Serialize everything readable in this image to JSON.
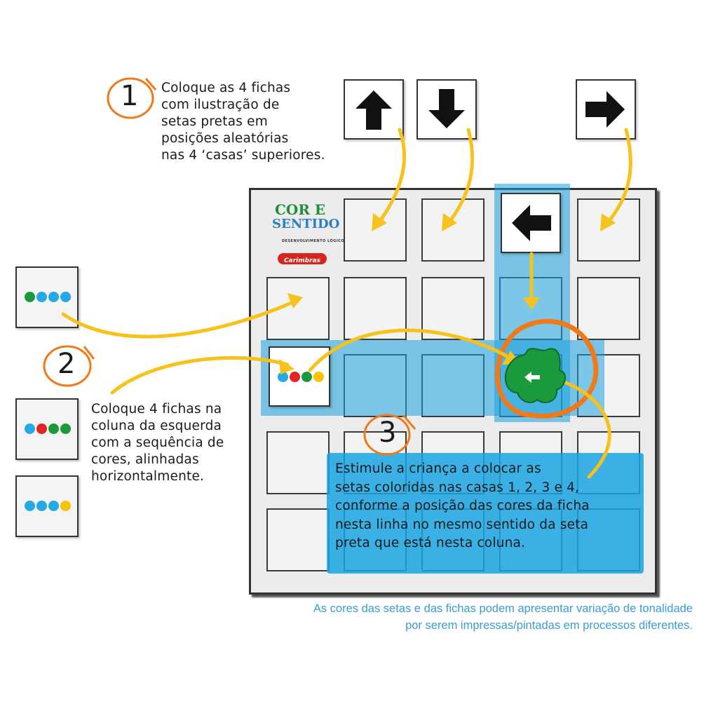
{
  "step1": {
    "number": "1",
    "lines": [
      "Coloque as 4 fichas",
      "com ilustração de",
      "setas pretas em",
      "posições aleatórias",
      "nas 4 ‘casas’ superiores."
    ]
  },
  "step2": {
    "number": "2",
    "lines": [
      "Coloque 4 fichas na",
      "coluna da esquerda",
      "com a sequência de",
      "cores, alinhadas",
      "horizontalmente."
    ]
  },
  "step3": {
    "number": "3",
    "lines": [
      "Estimule a criança a colocar as",
      "setas coloridas nas casas 1, 2, 3 e 4,",
      "conforme a posição das cores da ficha",
      "nesta linha no mesmo sentido da seta",
      "preta que está nesta coluna."
    ]
  },
  "logo": {
    "line1": "COR E",
    "line2": "SENTIDO",
    "subtitle": "DESENVOLVIMENTO LÓGICO",
    "brand": "Carimbras"
  },
  "footnote": {
    "line1": "As cores das setas e das fichas podem apresentar variação de tonalidade",
    "line2": "por serem impressas/pintadas em processos diferentes."
  },
  "top_arrow_cards": [
    "arrow-up",
    "arrow-down",
    "arrow-right"
  ],
  "board_arrow": "arrow-left",
  "side_cards": [
    {
      "dots": [
        "green",
        "blue",
        "blue",
        "blue"
      ]
    },
    {
      "dots": [
        "blue",
        "red",
        "green",
        "green"
      ]
    },
    {
      "dots": [
        "blue",
        "blue",
        "blue",
        "yellow"
      ]
    }
  ],
  "board_card_dots": [
    "blue",
    "red",
    "green",
    "yellow"
  ],
  "colors": {
    "orange": "#f07a1a",
    "yellow_arrow": "#f7c21b",
    "highlight_blue": "#1aa3e0",
    "green": "#1a9a3c",
    "red": "#e52421",
    "blue": "#25a9e6",
    "yellow": "#f5c400",
    "note_text": "#3a9bd5"
  },
  "piece_icon": "green-left-arrow-puzzle-piece"
}
